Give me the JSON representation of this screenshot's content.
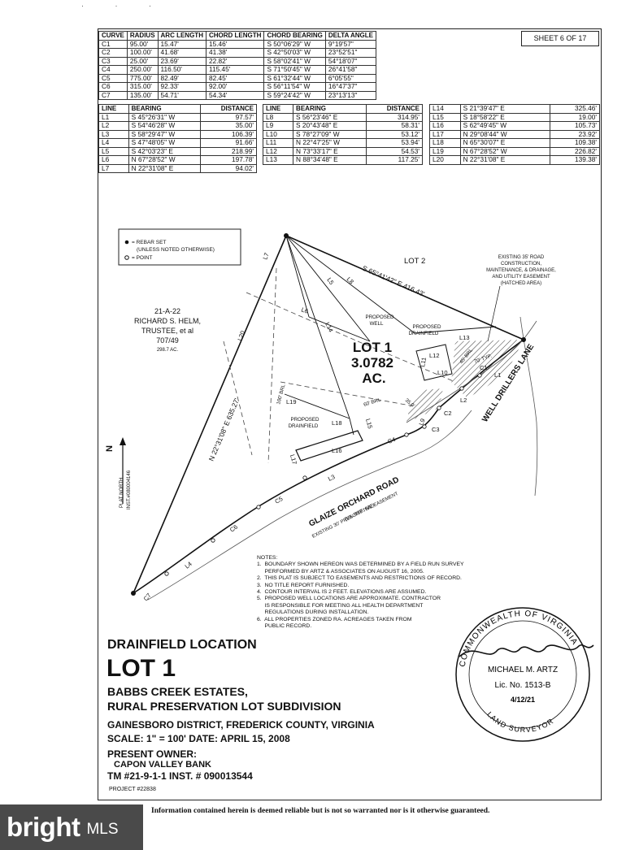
{
  "sheet_label": "SHEET 6 OF 17",
  "curve_table": {
    "headers": [
      "CURVE",
      "RADIUS",
      "ARC LENGTH",
      "CHORD LENGTH",
      "CHORD BEARING",
      "DELTA ANGLE"
    ],
    "rows": [
      [
        "C1",
        "95.00'",
        "15.47'",
        "15.46'",
        "S 50°06'29\" W",
        "9°19'57\""
      ],
      [
        "C2",
        "100.00'",
        "41.68'",
        "41.38'",
        "S 42°50'03\" W",
        "23°52'51\""
      ],
      [
        "C3",
        "25.00'",
        "23.69'",
        "22.82'",
        "S 58°02'41\" W",
        "54°18'07\""
      ],
      [
        "C4",
        "250.00'",
        "116.50'",
        "115.45'",
        "S 71°50'45\" W",
        "26°41'58\""
      ],
      [
        "C5",
        "775.00'",
        "82.49'",
        "82.45'",
        "S 61°32'44\" W",
        "6°05'55\""
      ],
      [
        "C6",
        "315.00'",
        "92.33'",
        "92.00'",
        "S 56°11'54\" W",
        "16°47'37\""
      ],
      [
        "C7",
        "135.00'",
        "54.71'",
        "54.34'",
        "S 59°24'42\" W",
        "23°13'13\""
      ]
    ]
  },
  "line_tables": [
    {
      "headers": [
        "LINE",
        "BEARING",
        "DISTANCE"
      ],
      "rows": [
        [
          "L1",
          "S 45°26'31\" W",
          "97.57'"
        ],
        [
          "L2",
          "S 54°46'28\" W",
          "35.00'"
        ],
        [
          "L3",
          "S 58°29'47\" W",
          "106.39'"
        ],
        [
          "L4",
          "S 47°48'05\" W",
          "91.66'"
        ],
        [
          "L5",
          "S 42°03'23\" E",
          "218.99'"
        ],
        [
          "L6",
          "N 67°28'52\" W",
          "197.78'"
        ],
        [
          "L7",
          "N 22°31'08\" E",
          "94.02'"
        ]
      ]
    },
    {
      "headers": [
        "LINE",
        "BEARING",
        "DISTANCE"
      ],
      "rows": [
        [
          "L8",
          "S 56°23'46\" E",
          "314.95'"
        ],
        [
          "L9",
          "S 20°43'48\" E",
          "58.31'"
        ],
        [
          "L10",
          "S 78°27'09\" W",
          "53.12'"
        ],
        [
          "L11",
          "N 22°47'25\" W",
          "53.94'"
        ],
        [
          "L12",
          "N 73°33'17\" E",
          "54.53'"
        ],
        [
          "L13",
          "N 88°34'48\" E",
          "117.25'"
        ]
      ]
    },
    {
      "headers": [],
      "rows": [
        [
          "L14",
          "S 21°39'47\" E",
          "325.46'"
        ],
        [
          "L15",
          "S 18°58'22\" E",
          "19.00'"
        ],
        [
          "L16",
          "S 62°49'45\" W",
          "105.73'"
        ],
        [
          "L17",
          "N 29°08'44\" W",
          "23.92'"
        ],
        [
          "L18",
          "N 65°30'07\" E",
          "109.38'"
        ],
        [
          "L19",
          "N 67°28'52\" W",
          "226.82'"
        ],
        [
          "L20",
          "N 22°31'08\" E",
          "139.38'"
        ]
      ]
    }
  ],
  "legend": {
    "rebar": "= REBAR SET",
    "rebar_note": "(UNLESS NOTED OTHERWISE)",
    "point": "= POINT"
  },
  "plat": {
    "lot2": "LOT 2",
    "north_bearing": "S 65°41'42\" E  416.43'",
    "west_bearing": "N 22°31'08\" E  635.27'",
    "easement": [
      "EXISTING 35' ROAD",
      "CONSTRUCTION,",
      "MAINTENANCE, & DRAINAGE,",
      "AND UTILITY EASEMENT",
      "(HATCHED AREA)"
    ],
    "adjoiner": [
      "21-A-22",
      "RICHARD S. HELM,",
      "TRUSTEE, et al",
      "707/49",
      "298.7 AC."
    ],
    "well": [
      "PROPOSED",
      "WELL"
    ],
    "drainfield_a": [
      "PROPOSED",
      "DRAINFIELD"
    ],
    "drainfield_b": [
      "PROPOSED",
      "DRAINFIELD"
    ],
    "lot1": [
      "LOT 1",
      "3.0782",
      "AC."
    ],
    "brl_100": "100' BRL",
    "brl_60": "60' BRL",
    "brl_45": "45' BRL",
    "typ": "70' TYP.",
    "dist35": "35.0'",
    "road_east": "WELL DRILLERS LANE",
    "road_south": "GLAIZE ORCHARD ROAD",
    "road_south_sub": "(VA. RTE. 682)",
    "road_south_ease": "EXISTING 30' PRESCRIPTIVE EASEMENT",
    "north": "PLAT NORTH",
    "north_inst": "INST.#080004146",
    "north_letter": "N",
    "labels": {
      "l1": "L1",
      "l2": "L2",
      "l3": "L3",
      "l4": "L4",
      "l5": "L5",
      "l6": "L6",
      "l7": "L7",
      "l8": "L8",
      "l9": "L9",
      "l10": "L10",
      "l11": "L11",
      "l12": "L12",
      "l13": "L13",
      "l14": "L14",
      "l15": "L15",
      "l16": "L16",
      "l17": "L17",
      "l18": "L18",
      "l19": "L19",
      "l20": "L20",
      "c1": "C1",
      "c2": "C2",
      "c3": "C3",
      "c4": "C4",
      "c5": "C5",
      "c6": "C6",
      "c7": "C7"
    }
  },
  "notes": {
    "heading": "NOTES:",
    "lines": [
      "1.  BOUNDARY SHOWN HEREON WAS DETERMINED BY A FIELD RUN SURVEY",
      "     PERFORMED BY ARTZ & ASSOCIATES ON AUGUST 16, 2005.",
      "2.  THIS PLAT IS SUBJECT TO EASEMENTS AND RESTRICTIONS OF RECORD.",
      "3.  NO TITLE REPORT FURNISHED.",
      "4.  CONTOUR INTERVAL IS 2 FEET. ELEVATIONS ARE ASSUMED.",
      "5.  PROPOSED WELL LOCATIONS ARE APPROXIMATE. CONTRACTOR",
      "     IS RESPONSIBLE FOR MEETING ALL HEALTH DEPARTMENT",
      "     REGULATIONS DURING INSTALLATION.",
      "6.  ALL PROPERTIES ZONED RA. ACREAGES TAKEN FROM",
      "     PUBLIC RECORD."
    ]
  },
  "title_block": {
    "line1": "DRAINFIELD LOCATION",
    "line2": "LOT 1",
    "line3": "BABBS CREEK ESTATES,",
    "line4": "RURAL PRESERVATION LOT SUBDIVISION",
    "line5": "GAINESBORO DISTRICT, FREDERICK COUNTY, VIRGINIA",
    "line6": "SCALE: 1\" = 100'  DATE: APRIL 15, 2008",
    "line7": "PRESENT OWNER:",
    "line8": "CAPON VALLEY BANK",
    "line9": "TM #21-9-1-1   INST. # 090013544",
    "project": "PROJECT #22838"
  },
  "seal": {
    "name": "MICHAEL M. ARTZ",
    "lic": "Lic. No. 1513-B",
    "date": "4/12/21"
  },
  "footer": "Information contained herein is deemed reliable but is not so warranted nor is it otherwise guaranteed.",
  "logo": {
    "brand": "bright",
    "suffix": "MLS"
  }
}
